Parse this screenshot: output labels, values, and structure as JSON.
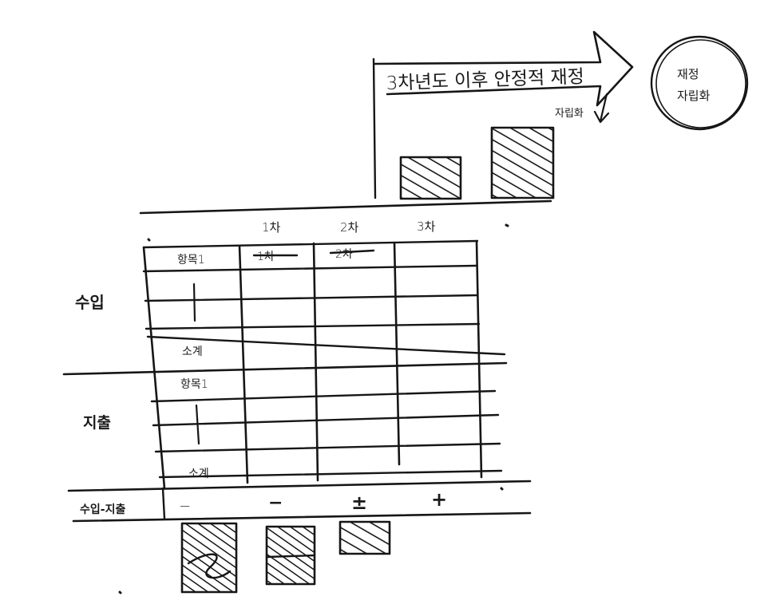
{
  "banner": {
    "arrow_text": "3차년도 이후 안정적 재정",
    "sub_label": "자립화"
  },
  "circle_label": {
    "line1": "재정",
    "line2": "자립화"
  },
  "table": {
    "columns": [
      "1차",
      "2차",
      "3차"
    ],
    "first_row_marks": [
      "1차",
      "2차"
    ],
    "sections": [
      {
        "label": "수입",
        "item_label": "항목1",
        "subtotal_label": "소계"
      },
      {
        "label": "지출",
        "item_label": "항목1",
        "subtotal_label": "소계"
      }
    ],
    "balance_label": "수입-지출",
    "balance_signs": [
      "−",
      "−",
      "±",
      "+"
    ]
  }
}
